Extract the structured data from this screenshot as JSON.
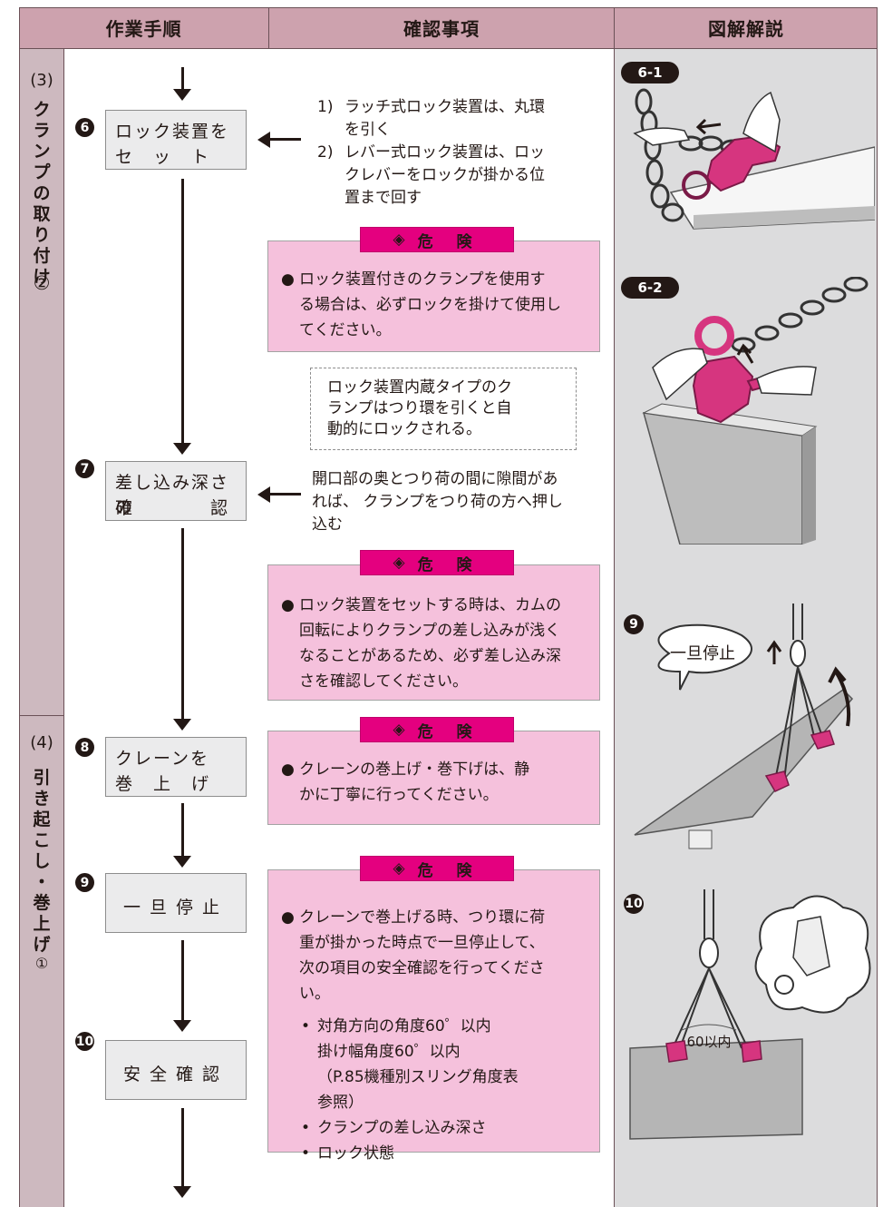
{
  "header": {
    "col1": "作業手順",
    "col2": "確認事項",
    "col3": "図解解説"
  },
  "phases": [
    {
      "num": "(3)",
      "title_chars": [
        "ク",
        "ラ",
        "ン",
        "プ",
        "の",
        "取",
        "り",
        "付",
        "け"
      ],
      "mark": "②"
    },
    {
      "num": "(4)",
      "title_chars": [
        "引",
        "き",
        "起",
        "こ",
        "し",
        "・",
        "巻",
        "上",
        "げ"
      ],
      "mark": "①"
    }
  ],
  "steps": [
    {
      "num": "6",
      "line1": "ロック装置を",
      "line2": "セ　ッ　ト"
    },
    {
      "num": "7",
      "line1": "差し込み深さの",
      "line2": "確　　　　認"
    },
    {
      "num": "8",
      "line1": "クレーンを",
      "line2": "巻　上　げ"
    },
    {
      "num": "9",
      "line1": "一旦停止",
      "line2": ""
    },
    {
      "num": "10",
      "line1": "安全確認",
      "line2": ""
    }
  ],
  "confirm": {
    "step6": [
      {
        "k": "1)",
        "t": "ラッチ式ロック装置は、丸環"
      },
      {
        "k": "",
        "t": "を引く"
      },
      {
        "k": "2)",
        "t": "レバー式ロック装置は、ロッ"
      },
      {
        "k": "",
        "t": "クレバーをロックが掛かる位"
      },
      {
        "k": "",
        "t": "置まで回す"
      }
    ],
    "step7": [
      "開口部の奥とつり荷の間に隙間があ",
      "れば、 クランプをつり荷の方へ押し",
      "込む"
    ]
  },
  "danger_label": "危 険",
  "dangers": [
    {
      "lines": [
        "ロック装置付きのクランプを使用す",
        "る場合は、必ずロックを掛けて使用し",
        "てください。"
      ]
    },
    {
      "lines": [
        "ロック装置をセットする時は、カムの",
        "回転によりクランプの差し込みが浅く",
        "なることがあるため、必ず差し込み深",
        "さを確認してください。"
      ]
    },
    {
      "lines": [
        "クレーンの巻上げ・巻下げは、静",
        "かに丁寧に行ってください。"
      ]
    },
    {
      "lines": [
        "クレーンで巻上げる時、つり環に荷",
        "重が掛かった時点で一旦停止して、",
        "次の項目の安全確認を行ってくださ",
        "い。"
      ],
      "items": [
        [
          "対角方向の角度60゜以内",
          "掛け幅角度60゜以内",
          "（P.85機種別スリング角度表",
          "参照）"
        ],
        [
          "クランプの差し込み深さ"
        ],
        [
          "ロック状態"
        ]
      ]
    }
  ],
  "note": [
    "ロック装置内蔵タイプのク",
    "ランプはつり環を引くと自",
    "動的にロックされる。"
  ],
  "figures": {
    "fig61": "6-1",
    "fig62": "6-2",
    "fig9_num": "9",
    "fig9_bubble": "一旦停止",
    "fig10_num": "10",
    "fig10_angle": "60以内"
  },
  "colors": {
    "header": "#cda2ae",
    "phase": "#cdb9bf",
    "figure_bg": "#dcdcdd",
    "danger_bg": "#f5c1dc",
    "danger_label": "#e4007f",
    "clamp": "#d6357f"
  }
}
